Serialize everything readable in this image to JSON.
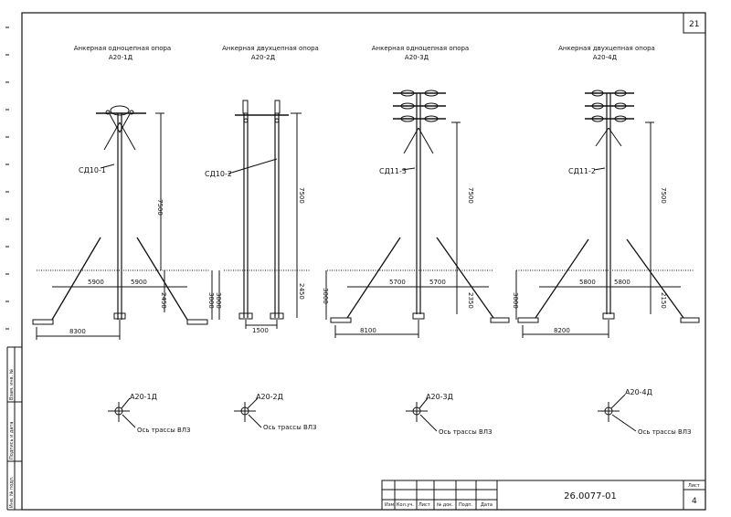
{
  "sheet": {
    "page_number": "21",
    "document_code": "26.0077-01",
    "sheet_label": "Лист",
    "sheet_number": "4",
    "stamp_columns": [
      "Изм.",
      "Кол.уч.",
      "Лист",
      "№ док.",
      "Подп.",
      "Дата"
    ],
    "side_labels": [
      "Взам. инв. №",
      "Подпись и дата",
      "Инв. № подл."
    ]
  },
  "poles": [
    {
      "title_line1": "Анкерная одноцепная опора",
      "title_line2": "А20-1Д",
      "post_label": "СД10-1",
      "dim_height": "7500",
      "dim_left_base": "5900",
      "dim_right_base": "5900",
      "dim_depth": "2450",
      "dim_anchor": "3000",
      "dim_total": "8300",
      "plan_label": "А20-1Д",
      "plan_axis": "Ось трассы ВЛЗ"
    },
    {
      "title_line1": "Анкерная двухцепная опора",
      "title_line2": "А20-2Д",
      "post_label": "СД10-2",
      "dim_height": "7500",
      "dim_depth": "2450",
      "dim_anchor": "3000",
      "dim_spacing": "1500",
      "plan_label": "А20-2Д",
      "plan_axis": "Ось трассы ВЛЗ"
    },
    {
      "title_line1": "Анкерная одноцепная опора",
      "title_line2": "А20-3Д",
      "post_label": "СД11-3",
      "dim_height": "7500",
      "dim_left_base": "5700",
      "dim_right_base": "5700",
      "dim_depth": "2350",
      "dim_anchor": "3000",
      "dim_total": "8100",
      "plan_label": "А20-3Д",
      "plan_axis": "Ось трассы ВЛЗ"
    },
    {
      "title_line1": "Анкерная двухцепная опора",
      "title_line2": "А20-4Д",
      "post_label": "СД11-2",
      "dim_height": "7500",
      "dim_left_base": "5800",
      "dim_right_base": "5800",
      "dim_depth": "2150",
      "dim_anchor": "3000",
      "dim_total": "8200",
      "plan_label": "А20-4Д",
      "plan_axis": "Ось трассы ВЛЗ"
    }
  ]
}
